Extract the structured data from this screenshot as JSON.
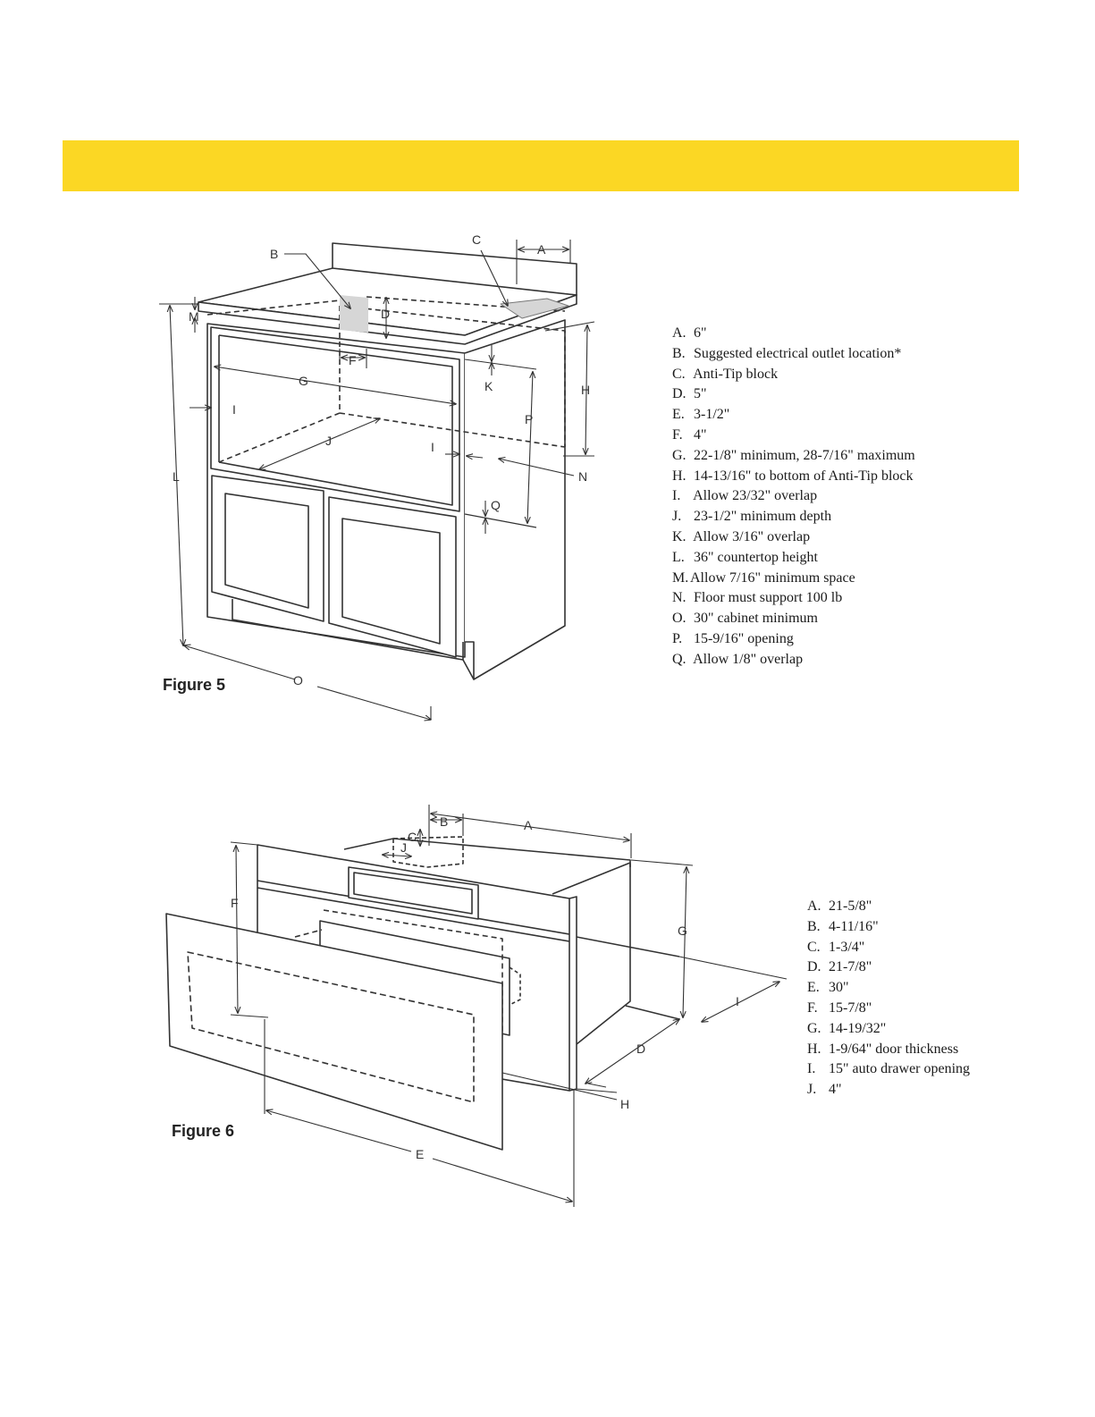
{
  "figure5": {
    "caption": "Figure 5",
    "legend": [
      {
        "letter": "A.",
        "text": "6\""
      },
      {
        "letter": "B.",
        "text": "Suggested electrical outlet location*"
      },
      {
        "letter": "C.",
        "text": "Anti-Tip block"
      },
      {
        "letter": "D.",
        "text": "5\""
      },
      {
        "letter": "E.",
        "text": "3-1/2\""
      },
      {
        "letter": "F.",
        "text": "4\""
      },
      {
        "letter": "G.",
        "text": "22-1/8\" minimum, 28-7/16\" maximum"
      },
      {
        "letter": "H.",
        "text": "14-13/16\" to bottom of Anti-Tip block"
      },
      {
        "letter": "I.",
        "text": "Allow 23/32\" overlap"
      },
      {
        "letter": "J.",
        "text": "23-1/2\" minimum depth"
      },
      {
        "letter": "K.",
        "text": "Allow 3/16\" overlap"
      },
      {
        "letter": "L.",
        "text": "36\" countertop height"
      },
      {
        "letter": "M.",
        "text": "Allow 7/16\" minimum space"
      },
      {
        "letter": "N.",
        "text": "Floor must support 100 lb"
      },
      {
        "letter": "O.",
        "text": "30\" cabinet minimum"
      },
      {
        "letter": "P.",
        "text": "15-9/16\" opening"
      },
      {
        "letter": "Q.",
        "text": "Allow 1/8\" overlap"
      }
    ],
    "callouts": {
      "A": "A",
      "B": "B",
      "C": "C",
      "D": "D",
      "F": "F",
      "G": "G",
      "H": "H",
      "I": "I",
      "J": "J",
      "K": "K",
      "L": "L",
      "M": "M",
      "N": "N",
      "O": "O",
      "P": "P",
      "Q": "Q"
    }
  },
  "figure6": {
    "caption": "Figure 6",
    "legend": [
      {
        "letter": "A.",
        "text": "21-5/8\""
      },
      {
        "letter": "B.",
        "text": "4-11/16\""
      },
      {
        "letter": "C.",
        "text": "1-3/4\""
      },
      {
        "letter": "D.",
        "text": "21-7/8\""
      },
      {
        "letter": "E.",
        "text": "30\""
      },
      {
        "letter": "F.",
        "text": "15-7/8\""
      },
      {
        "letter": "G.",
        "text": "14-19/32\""
      },
      {
        "letter": "H.",
        "text": "1-9/64\" door thickness"
      },
      {
        "letter": "I.",
        "text": "15\" auto drawer opening"
      },
      {
        "letter": "J.",
        "text": "4\""
      }
    ],
    "callouts": {
      "A": "A",
      "B": "B",
      "C": "C",
      "D": "D",
      "E": "E",
      "F": "F",
      "G": "G",
      "H": "H",
      "I": "I",
      "J": "J"
    }
  },
  "colors": {
    "banner": "#fbd724",
    "line": "#333333",
    "shade": "#d6d6d6"
  }
}
